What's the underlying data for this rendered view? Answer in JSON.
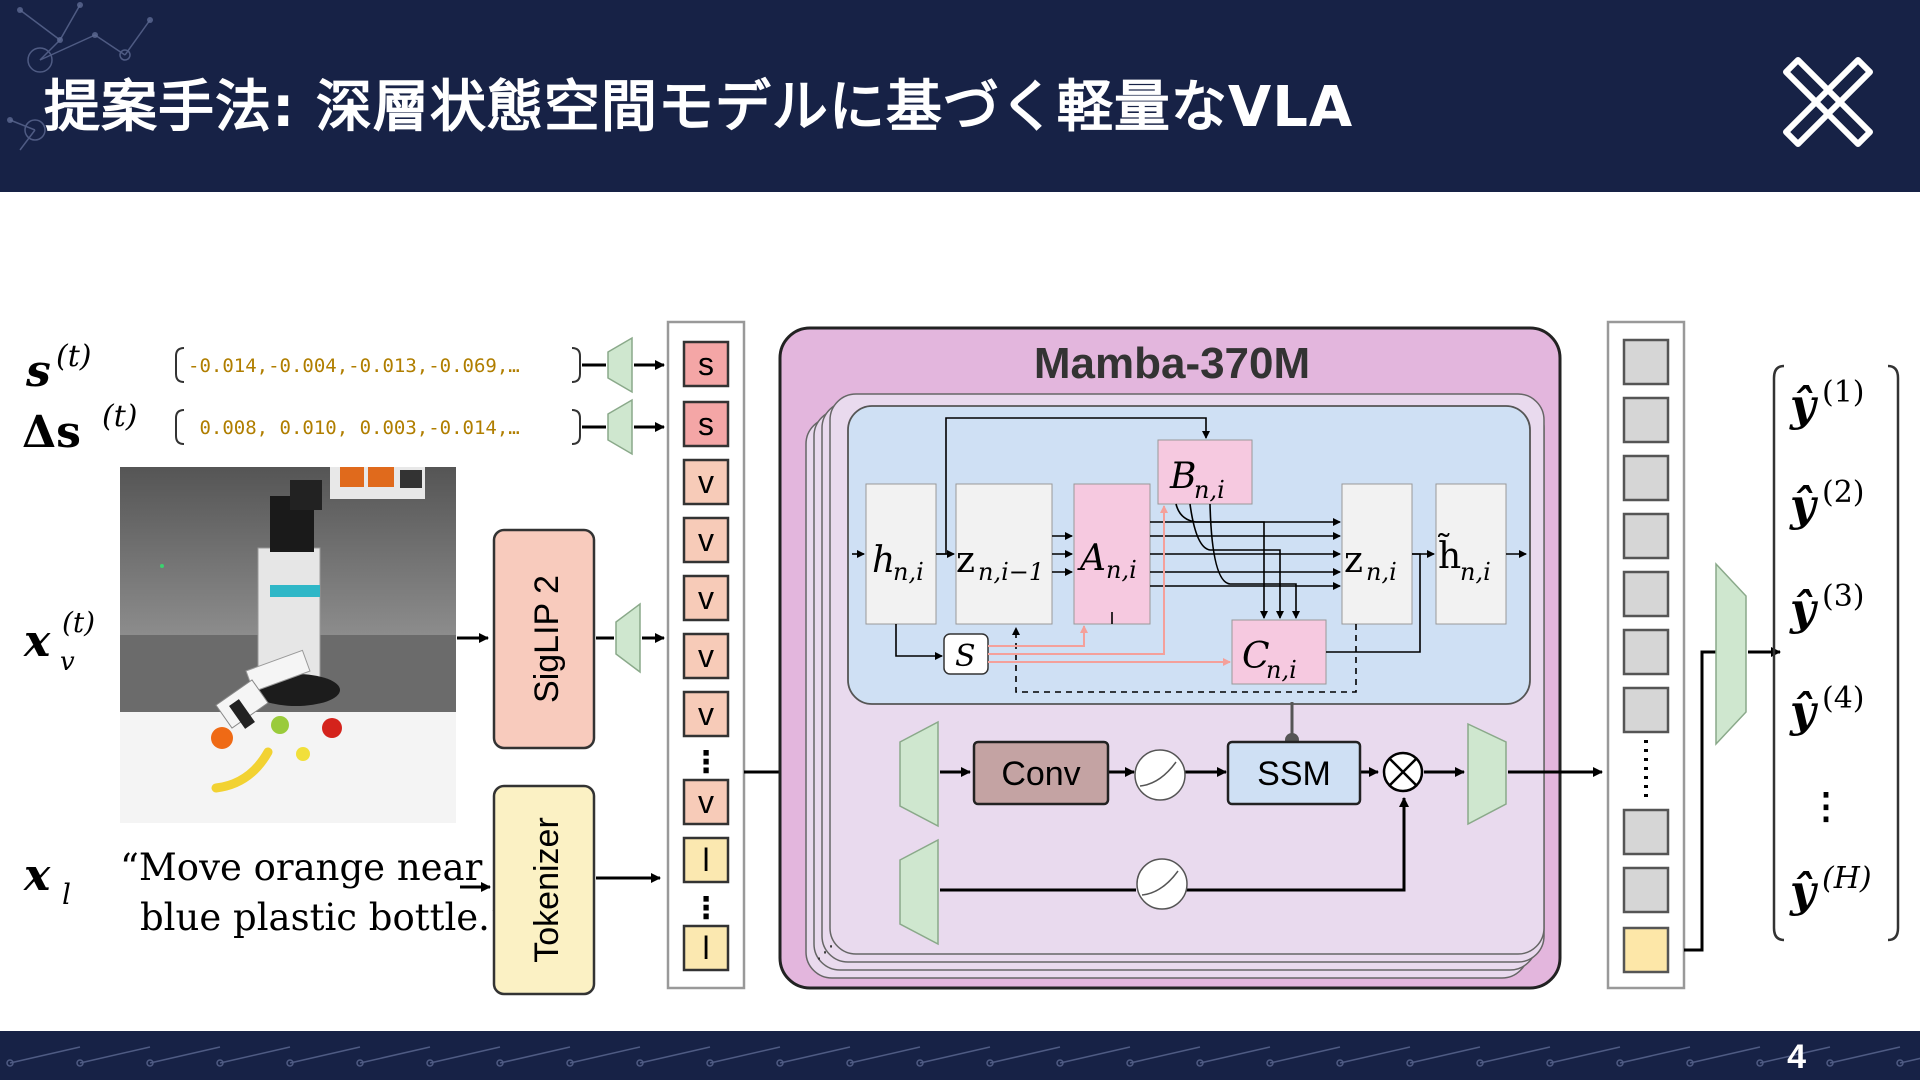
{
  "slide": {
    "title": "提案手法: 深層状態空間モデルに基づく軽量なVLA",
    "page_number": "4"
  },
  "inputs": {
    "state_label": "s",
    "state_sup": "(t)",
    "delta_state_label": "Δs",
    "delta_state_sup": "(t)",
    "state_values": "-0.014,-0.004,-0.013,-0.069,…",
    "delta_state_values": " 0.008, 0.010, 0.003,-0.014,…",
    "vision_label": "x",
    "vision_sub": "v",
    "vision_sup": "(t)",
    "language_label": "x",
    "language_sub": "l",
    "instruction_line1": "“Move orange near",
    "instruction_line2": "blue plastic bottle.”"
  },
  "encoders": {
    "vision": "SigLIP 2",
    "language": "Tokenizer"
  },
  "tokens": [
    "s",
    "s",
    "v",
    "v",
    "v",
    "v",
    "v",
    "⋮",
    "v",
    "l",
    "⋮",
    "l"
  ],
  "mamba": {
    "title": "Mamba-370M",
    "conv": "Conv",
    "ssm": "SSM",
    "s_block": "S",
    "nodes": {
      "h": "h",
      "z_prev": "z",
      "a": "A",
      "b": "B",
      "c": "C",
      "z": "z",
      "h_tilde": "h̃",
      "sub_ni": "n,i",
      "sub_ni_prev": "n,i−1"
    }
  },
  "outputs": {
    "symbol": "ŷ",
    "labels": [
      "(1)",
      "(2)",
      "(3)",
      "(4)",
      "(H)"
    ],
    "ellipsis": "⋮"
  },
  "colors": {
    "navy": "#172246",
    "mamba_bg": "#e3b6dd",
    "mamba_inner": "#e9daee",
    "ssm_panel": "#cfe0f4",
    "pink_node": "#f6c9e0",
    "token_s": "#f4a6a6",
    "token_v": "#f7cbb8",
    "token_l": "#fbe8b0",
    "siglip": "#f8cbbd",
    "tokenizer": "#fbf1c4",
    "conv": "#c4a3a3",
    "ssm": "#cfe0f4",
    "trapezoid": "#cfe7cf",
    "gray_token": "#d6d6d6",
    "yellow_token": "#fde7a8",
    "arrow_pink": "#f4a09a"
  }
}
